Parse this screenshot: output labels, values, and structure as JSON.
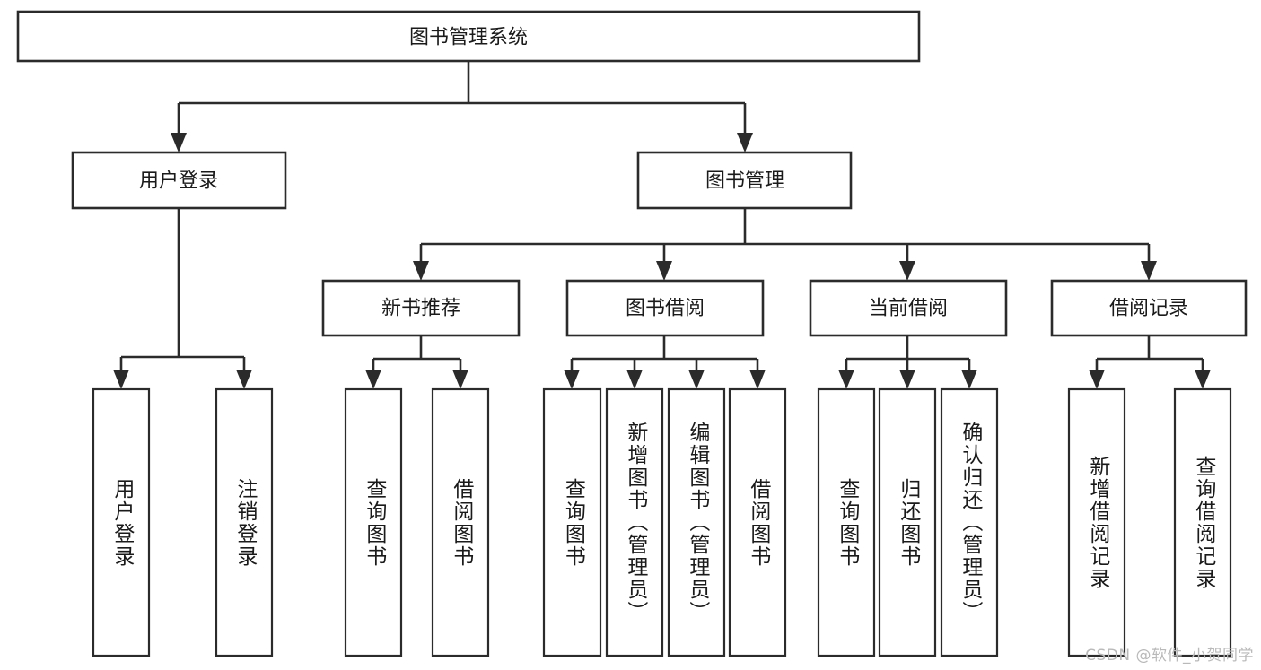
{
  "diagram": {
    "title": "图书管理系统",
    "type": "tree-hierarchy",
    "orientation": "top-down",
    "colors": {
      "stroke": "#2b2b2b",
      "box_fill": "#ffffff",
      "text": "#1a1a1a",
      "background": "#ffffff",
      "watermark": "#b9b9b9"
    },
    "root": {
      "label": "图书管理系统"
    },
    "level2": [
      {
        "label": "用户登录"
      },
      {
        "label": "图书管理"
      }
    ],
    "level3": [
      {
        "label": "新书推荐"
      },
      {
        "label": "图书借阅"
      },
      {
        "label": "当前借阅"
      },
      {
        "label": "借阅记录"
      }
    ],
    "leaves": {
      "user_login": [
        {
          "label": "用户登录"
        },
        {
          "label": "注销登录"
        }
      ],
      "new_book_recommend": [
        {
          "label": "查询图书"
        },
        {
          "label": "借阅图书"
        }
      ],
      "book_borrow": [
        {
          "label": "查询图书"
        },
        {
          "label": "新增图书（管理员）"
        },
        {
          "label": "编辑图书（管理员）"
        },
        {
          "label": "借阅图书"
        }
      ],
      "current_borrow": [
        {
          "label": "查询图书"
        },
        {
          "label": "归还图书"
        },
        {
          "label": "确认归还（管理员）"
        }
      ],
      "borrow_record": [
        {
          "label": "新增借阅记录"
        },
        {
          "label": "查询借阅记录"
        }
      ]
    }
  },
  "watermark": {
    "text": "CSDN @软件_小贺同学"
  }
}
